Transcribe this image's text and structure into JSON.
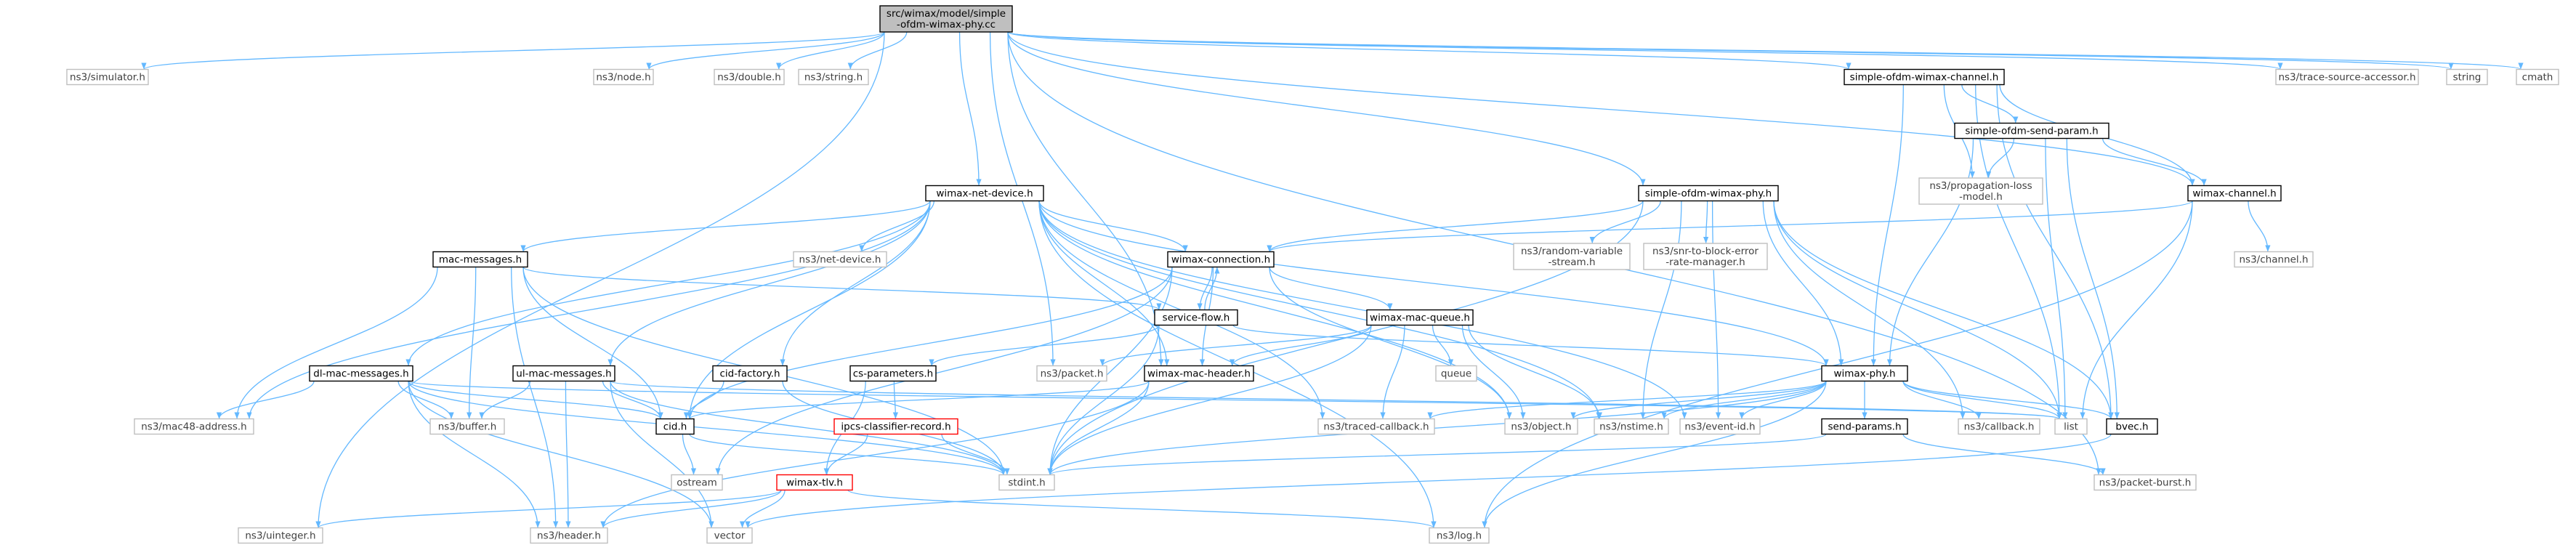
{
  "graph": {
    "root": "src/wimax/model/simple-ofdm-wimax-phy.cc",
    "colors": {
      "root_fill": "#bfbfbf",
      "node_border": "#000000",
      "external_border": "#bfbfbf",
      "external_text": "#404040",
      "error_border": "#ff0000",
      "edge": "#63b8ff",
      "background": "#ffffff"
    },
    "nodes": [
      {
        "id": "root",
        "lines": [
          "src/wimax/model/simple",
          "-ofdm-wimax-phy.cc"
        ],
        "kind": "root"
      },
      {
        "id": "simulator",
        "lines": [
          "ns3/simulator.h"
        ],
        "kind": "external"
      },
      {
        "id": "node",
        "lines": [
          "ns3/node.h"
        ],
        "kind": "external"
      },
      {
        "id": "double",
        "lines": [
          "ns3/double.h"
        ],
        "kind": "external"
      },
      {
        "id": "string_h",
        "lines": [
          "ns3/string.h"
        ],
        "kind": "external"
      },
      {
        "id": "chan",
        "lines": [
          "simple-ofdm-wimax-channel.h"
        ],
        "kind": "file"
      },
      {
        "id": "tsa",
        "lines": [
          "ns3/trace-source-accessor.h"
        ],
        "kind": "external"
      },
      {
        "id": "string",
        "lines": [
          "string"
        ],
        "kind": "external"
      },
      {
        "id": "cmath",
        "lines": [
          "cmath"
        ],
        "kind": "external"
      },
      {
        "id": "sendparam",
        "lines": [
          "simple-ofdm-send-param.h"
        ],
        "kind": "file"
      },
      {
        "id": "wnd",
        "lines": [
          "wimax-net-device.h"
        ],
        "kind": "file"
      },
      {
        "id": "sowp",
        "lines": [
          "simple-ofdm-wimax-phy.h"
        ],
        "kind": "file"
      },
      {
        "id": "proploss",
        "lines": [
          "ns3/propagation-loss",
          "-model.h"
        ],
        "kind": "external"
      },
      {
        "id": "wchan",
        "lines": [
          "wimax-channel.h"
        ],
        "kind": "file"
      },
      {
        "id": "macmsg",
        "lines": [
          "mac-messages.h"
        ],
        "kind": "file"
      },
      {
        "id": "netdev",
        "lines": [
          "ns3/net-device.h"
        ],
        "kind": "external"
      },
      {
        "id": "wconn",
        "lines": [
          "wimax-connection.h"
        ],
        "kind": "file"
      },
      {
        "id": "randvar",
        "lines": [
          "ns3/random-variable",
          "-stream.h"
        ],
        "kind": "external"
      },
      {
        "id": "snr",
        "lines": [
          "ns3/snr-to-block-error",
          "-rate-manager.h"
        ],
        "kind": "external"
      },
      {
        "id": "channel",
        "lines": [
          "ns3/channel.h"
        ],
        "kind": "external"
      },
      {
        "id": "sflow",
        "lines": [
          "service-flow.h"
        ],
        "kind": "file"
      },
      {
        "id": "wmq",
        "lines": [
          "wimax-mac-queue.h"
        ],
        "kind": "file"
      },
      {
        "id": "dlmac",
        "lines": [
          "dl-mac-messages.h"
        ],
        "kind": "file"
      },
      {
        "id": "ulmac",
        "lines": [
          "ul-mac-messages.h"
        ],
        "kind": "file"
      },
      {
        "id": "cidfac",
        "lines": [
          "cid-factory.h"
        ],
        "kind": "file"
      },
      {
        "id": "csparam",
        "lines": [
          "cs-parameters.h"
        ],
        "kind": "file"
      },
      {
        "id": "packet",
        "lines": [
          "ns3/packet.h"
        ],
        "kind": "external"
      },
      {
        "id": "wmh",
        "lines": [
          "wimax-mac-header.h"
        ],
        "kind": "file"
      },
      {
        "id": "queue",
        "lines": [
          "queue"
        ],
        "kind": "external"
      },
      {
        "id": "wphy",
        "lines": [
          "wimax-phy.h"
        ],
        "kind": "file"
      },
      {
        "id": "mac48",
        "lines": [
          "ns3/mac48-address.h"
        ],
        "kind": "external"
      },
      {
        "id": "buffer",
        "lines": [
          "ns3/buffer.h"
        ],
        "kind": "external"
      },
      {
        "id": "cid",
        "lines": [
          "cid.h"
        ],
        "kind": "file"
      },
      {
        "id": "ipcs",
        "lines": [
          "ipcs-classifier-record.h"
        ],
        "kind": "error"
      },
      {
        "id": "tcb",
        "lines": [
          "ns3/traced-callback.h"
        ],
        "kind": "external"
      },
      {
        "id": "object",
        "lines": [
          "ns3/object.h"
        ],
        "kind": "external"
      },
      {
        "id": "nstime",
        "lines": [
          "ns3/nstime.h"
        ],
        "kind": "external"
      },
      {
        "id": "eventid",
        "lines": [
          "ns3/event-id.h"
        ],
        "kind": "external"
      },
      {
        "id": "callback",
        "lines": [
          "ns3/callback.h"
        ],
        "kind": "external"
      },
      {
        "id": "list",
        "lines": [
          "list"
        ],
        "kind": "external"
      },
      {
        "id": "bvec",
        "lines": [
          "bvec.h"
        ],
        "kind": "file"
      },
      {
        "id": "sendparams",
        "lines": [
          "send-params.h"
        ],
        "kind": "file"
      },
      {
        "id": "ostream",
        "lines": [
          "ostream"
        ],
        "kind": "external"
      },
      {
        "id": "stdint",
        "lines": [
          "stdint.h"
        ],
        "kind": "external"
      },
      {
        "id": "pburst",
        "lines": [
          "ns3/packet-burst.h"
        ],
        "kind": "external"
      },
      {
        "id": "wtlv",
        "lines": [
          "wimax-tlv.h"
        ],
        "kind": "error"
      },
      {
        "id": "uinteger",
        "lines": [
          "ns3/uinteger.h"
        ],
        "kind": "external"
      },
      {
        "id": "header",
        "lines": [
          "ns3/header.h"
        ],
        "kind": "external"
      },
      {
        "id": "vector",
        "lines": [
          "vector"
        ],
        "kind": "external"
      },
      {
        "id": "log",
        "lines": [
          "ns3/log.h"
        ],
        "kind": "external"
      }
    ],
    "edges": [
      [
        "root",
        "simulator"
      ],
      [
        "root",
        "node"
      ],
      [
        "root",
        "double"
      ],
      [
        "root",
        "string_h"
      ],
      [
        "root",
        "chan"
      ],
      [
        "root",
        "tsa"
      ],
      [
        "root",
        "string"
      ],
      [
        "root",
        "cmath"
      ],
      [
        "root",
        "wnd"
      ],
      [
        "root",
        "sowp"
      ],
      [
        "root",
        "wchan"
      ],
      [
        "root",
        "packet"
      ],
      [
        "root",
        "wmh"
      ],
      [
        "root",
        "pburst"
      ],
      [
        "root",
        "uinteger"
      ],
      [
        "chan",
        "sendparam"
      ],
      [
        "chan",
        "wchan"
      ],
      [
        "chan",
        "proploss"
      ],
      [
        "chan",
        "list"
      ],
      [
        "chan",
        "bvec"
      ],
      [
        "chan",
        "wphy"
      ],
      [
        "sendparam",
        "wchan"
      ],
      [
        "sendparam",
        "proploss"
      ],
      [
        "sendparam",
        "wphy"
      ],
      [
        "sendparam",
        "bvec"
      ],
      [
        "sendparam",
        "list"
      ],
      [
        "wchan",
        "wconn"
      ],
      [
        "wchan",
        "channel"
      ],
      [
        "wchan",
        "list"
      ],
      [
        "wchan",
        "log"
      ],
      [
        "wnd",
        "macmsg"
      ],
      [
        "wnd",
        "netdev"
      ],
      [
        "wnd",
        "wconn"
      ],
      [
        "wnd",
        "dlmac"
      ],
      [
        "wnd",
        "ulmac"
      ],
      [
        "wnd",
        "cidfac"
      ],
      [
        "wnd",
        "cid"
      ],
      [
        "wnd",
        "mac48"
      ],
      [
        "wnd",
        "wmh"
      ],
      [
        "wnd",
        "tcb"
      ],
      [
        "wnd",
        "nstime"
      ],
      [
        "wnd",
        "eventid"
      ],
      [
        "wnd",
        "object"
      ],
      [
        "wnd",
        "log"
      ],
      [
        "wnd",
        "wphy"
      ],
      [
        "sowp",
        "wconn"
      ],
      [
        "sowp",
        "randvar"
      ],
      [
        "sowp",
        "snr"
      ],
      [
        "sowp",
        "wphy"
      ],
      [
        "sowp",
        "bvec"
      ],
      [
        "sowp",
        "list"
      ],
      [
        "sowp",
        "callback"
      ],
      [
        "sowp",
        "eventid"
      ],
      [
        "sowp",
        "nstime"
      ],
      [
        "sowp",
        "stdint"
      ],
      [
        "macmsg",
        "sflow"
      ],
      [
        "macmsg",
        "mac48"
      ],
      [
        "macmsg",
        "buffer"
      ],
      [
        "macmsg",
        "cid"
      ],
      [
        "macmsg",
        "stdint"
      ],
      [
        "macmsg",
        "header"
      ],
      [
        "wconn",
        "sflow"
      ],
      [
        "wconn",
        "wmq"
      ],
      [
        "wconn",
        "cid"
      ],
      [
        "wconn",
        "wmh"
      ],
      [
        "wconn",
        "object"
      ],
      [
        "wconn",
        "stdint"
      ],
      [
        "wconn",
        "ostream"
      ],
      [
        "sflow",
        "wconn"
      ],
      [
        "sflow",
        "csparam"
      ],
      [
        "sflow",
        "wphy"
      ],
      [
        "sflow",
        "stdint"
      ],
      [
        "wmq",
        "queue"
      ],
      [
        "wmq",
        "packet"
      ],
      [
        "wmq",
        "wmh"
      ],
      [
        "wmq",
        "tcb"
      ],
      [
        "wmq",
        "object"
      ],
      [
        "wmq",
        "nstime"
      ],
      [
        "wmq",
        "stdint"
      ],
      [
        "dlmac",
        "mac48"
      ],
      [
        "dlmac",
        "buffer"
      ],
      [
        "dlmac",
        "cid"
      ],
      [
        "dlmac",
        "stdint"
      ],
      [
        "dlmac",
        "header"
      ],
      [
        "dlmac",
        "vector"
      ],
      [
        "dlmac",
        "list"
      ],
      [
        "ulmac",
        "cid"
      ],
      [
        "ulmac",
        "buffer"
      ],
      [
        "ulmac",
        "stdint"
      ],
      [
        "ulmac",
        "header"
      ],
      [
        "ulmac",
        "vector"
      ],
      [
        "ulmac",
        "list"
      ],
      [
        "cidfac",
        "cid"
      ],
      [
        "cidfac",
        "stdint"
      ],
      [
        "csparam",
        "ipcs"
      ],
      [
        "csparam",
        "wtlv"
      ],
      [
        "ipcs",
        "wtlv"
      ],
      [
        "ipcs",
        "stdint"
      ],
      [
        "wmh",
        "cid"
      ],
      [
        "wmh",
        "header"
      ],
      [
        "wmh",
        "stdint"
      ],
      [
        "wphy",
        "object"
      ],
      [
        "wphy",
        "nstime"
      ],
      [
        "wphy",
        "eventid"
      ],
      [
        "wphy",
        "callback"
      ],
      [
        "wphy",
        "list"
      ],
      [
        "wphy",
        "bvec"
      ],
      [
        "wphy",
        "sendparams"
      ],
      [
        "wphy",
        "tcb"
      ],
      [
        "wphy",
        "stdint"
      ],
      [
        "wphy",
        "log"
      ],
      [
        "cid",
        "ostream"
      ],
      [
        "cid",
        "stdint"
      ],
      [
        "bvec",
        "vector"
      ],
      [
        "sendparams",
        "stdint"
      ],
      [
        "sendparams",
        "pburst"
      ],
      [
        "wtlv",
        "uinteger"
      ],
      [
        "wtlv",
        "header"
      ],
      [
        "wtlv",
        "vector"
      ],
      [
        "wtlv",
        "log"
      ]
    ]
  }
}
